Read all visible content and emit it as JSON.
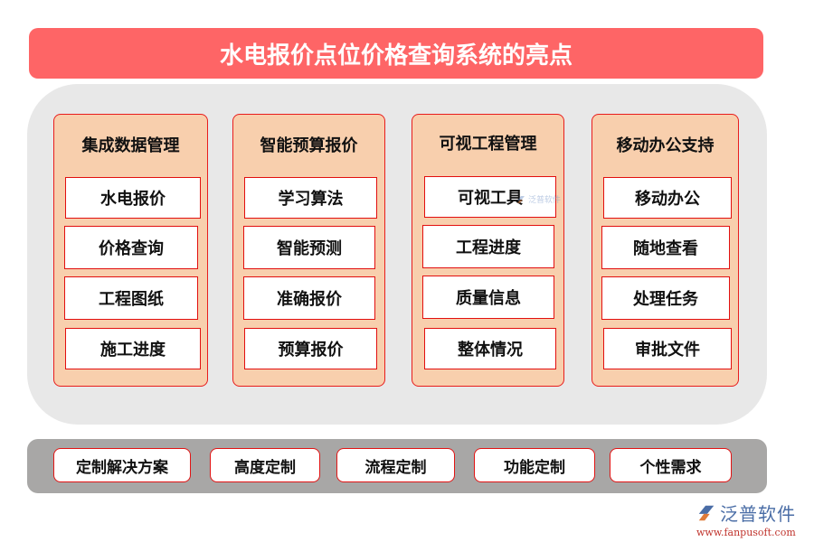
{
  "title": "水电报价点位价格查询系统的亮点",
  "colors": {
    "title_bg": "#fe6566",
    "panel_bg": "#e8e8e8",
    "column_bg": "#f8cfad",
    "border_red": "#e81d1d",
    "bottom_bar_bg": "#a8a7a6"
  },
  "columns": [
    {
      "title": "集成数据管理",
      "items": [
        "水电报价",
        "价格查询",
        "工程图纸",
        "施工进度"
      ]
    },
    {
      "title": "智能预算报价",
      "items": [
        "学习算法",
        "智能预测",
        "准确报价",
        "预算报价"
      ]
    },
    {
      "title": "可视工程管理",
      "items": [
        "可视工具",
        "工程进度",
        "质量信息",
        "整体情况"
      ]
    },
    {
      "title": "移动办公支持",
      "items": [
        "移动办公",
        "随地查看",
        "处理任务",
        "审批文件"
      ]
    }
  ],
  "bottom": {
    "items": [
      "定制解决方案",
      "高度定制",
      "流程定制",
      "功能定制",
      "个性需求"
    ]
  },
  "logo": {
    "name": "泛普软件",
    "url": "www.fanpusoft.com"
  },
  "watermark": {
    "text": "泛普软件"
  }
}
